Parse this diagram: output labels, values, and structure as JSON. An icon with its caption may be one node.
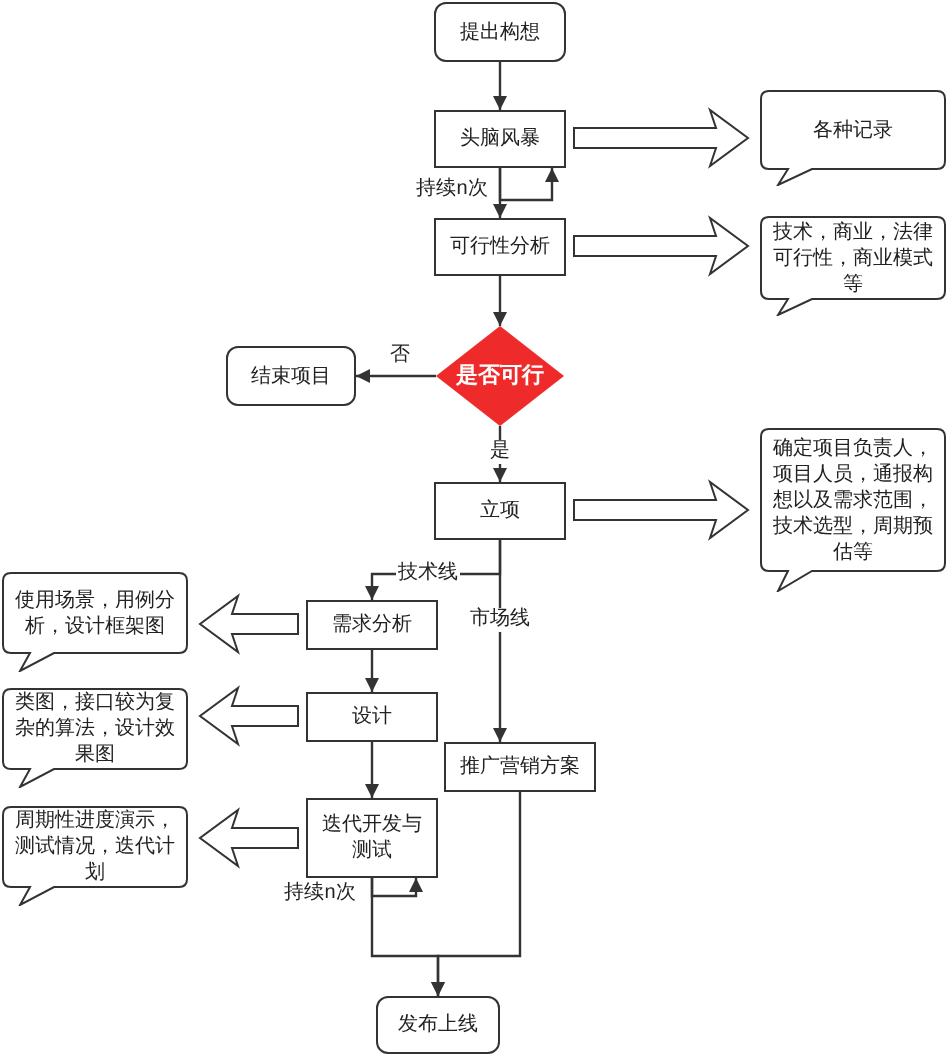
{
  "diagram": {
    "nodes": [
      {
        "text": [
          "提出构想"
        ]
      },
      {
        "text": [
          "头脑风暴"
        ]
      },
      {
        "text": [
          "各种记录"
        ]
      },
      {
        "text": [
          "可行性分析"
        ]
      },
      {
        "text": [
          "技术，商业，法律可行性，商业模式等"
        ]
      },
      {
        "text": [
          "是否可行"
        ]
      },
      {
        "text": [
          "结束项目"
        ]
      },
      {
        "text": [
          "立项"
        ]
      },
      {
        "text": [
          "确定项目负责人，项目人员，通报构想以及需求范围，技术选型，周期预估等"
        ]
      },
      {
        "text": [
          "使用场景，用例分析，设计框架图"
        ]
      },
      {
        "text": [
          "需求分析"
        ]
      },
      {
        "text": [
          "类图，接口较为复杂的算法，设计效果图"
        ]
      },
      {
        "text": [
          "设计"
        ]
      },
      {
        "text": [
          "推广营销方案"
        ]
      },
      {
        "text": [
          "迭代开发与测试"
        ]
      },
      {
        "text": [
          "周期性进度演示，测试情况，迭代计划"
        ]
      },
      {
        "text": [
          "发布上线"
        ]
      }
    ],
    "edges": [
      {
        "from": 0,
        "to": 1,
        "arrow": "to"
      },
      {
        "from": 1,
        "to": 1,
        "arrow": "to",
        "label": "持续n次"
      },
      {
        "from": 1,
        "to": 3,
        "arrow": "to"
      },
      {
        "from": 1,
        "to": 2,
        "arrow": "to",
        "style": "thick"
      },
      {
        "from": 3,
        "to": 4,
        "arrow": "to",
        "style": "thick"
      },
      {
        "from": 3,
        "to": 5,
        "arrow": "to"
      },
      {
        "from": 5,
        "to": 6,
        "arrow": "to",
        "label": "否"
      },
      {
        "from": 5,
        "to": 7,
        "arrow": "to",
        "label": "是"
      },
      {
        "from": 7,
        "to": 8,
        "arrow": "to",
        "style": "thick"
      },
      {
        "from": 7,
        "to": 10,
        "arrow": "to",
        "label": "技术线"
      },
      {
        "from": 7,
        "to": 13,
        "arrow": "to",
        "label": "市场线"
      },
      {
        "from": 10,
        "to": 9,
        "arrow": "to",
        "style": "thick"
      },
      {
        "from": 10,
        "to": 12,
        "arrow": "to"
      },
      {
        "from": 12,
        "to": 11,
        "arrow": "to",
        "style": "thick"
      },
      {
        "from": 12,
        "to": 14,
        "arrow": "to"
      },
      {
        "from": 14,
        "to": 15,
        "arrow": "to",
        "style": "thick"
      },
      {
        "from": 14,
        "to": 14,
        "arrow": "to",
        "label": "持续n次"
      },
      {
        "from": 14,
        "to": 16,
        "arrow": "to"
      },
      {
        "from": 13,
        "to": 16,
        "arrow": "to"
      }
    ]
  }
}
